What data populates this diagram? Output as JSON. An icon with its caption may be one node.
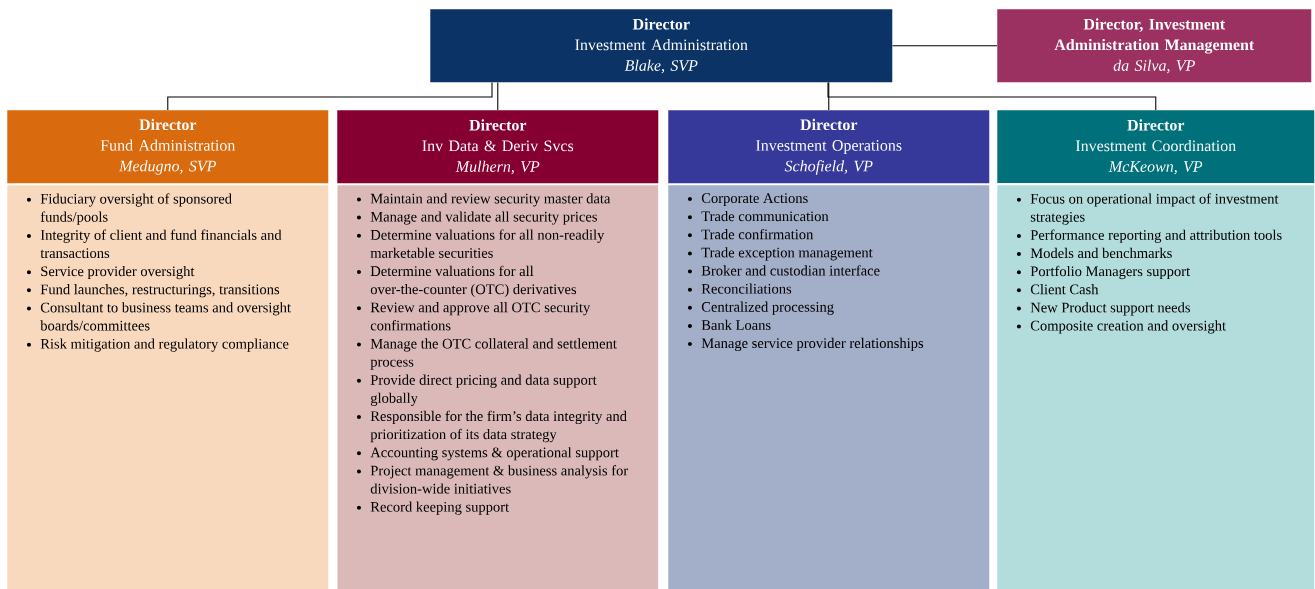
{
  "diagram": {
    "nodes": [
      {
        "text": [
          "Director",
          "Investment Administration",
          "Blake, SVP"
        ]
      },
      {
        "text": [
          "Director, Investment Administration Management",
          "da Silva, VP"
        ]
      },
      {
        "text": [
          "Director",
          "Fund Administration",
          "Medugno, SVP"
        ]
      },
      {
        "text": [
          "Director",
          "Inv Data & Deriv Svcs",
          "Mulhern, VP"
        ]
      },
      {
        "text": [
          "Director",
          "Investment Operations",
          "Schofield, VP"
        ]
      },
      {
        "text": [
          "Director",
          "Investment Coordination",
          "McKeown, VP"
        ]
      },
      {
        "text": [
          "Fiduciary oversight of sponsored funds/pools",
          "Integrity of client and fund financials and transactions",
          "Service provider oversight",
          "Fund launches, restructurings, transitions",
          "Consultant to business teams and oversight boards/committees",
          "Risk mitigation and regulatory compliance"
        ]
      },
      {
        "text": [
          "Maintain and review security master data",
          "Manage and validate all security prices",
          "Determine valuations for all non-readily marketable securities",
          "Determine valuations for all over-the-counter (OTC) derivatives",
          "Review and approve all OTC security confirmations",
          "Manage the OTC collateral and settlement process",
          "Provide direct pricing and data support globally",
          "Responsible for the firm’s data integrity and prioritization of its data strategy",
          "Accounting systems & operational support",
          "Project management & business analysis for division-wide initiatives",
          "Record keeping support"
        ]
      },
      {
        "text": [
          "Corporate Actions",
          "Trade communication",
          "Trade confirmation",
          "Trade exception management",
          "Broker and custodian interface",
          "Reconciliations",
          "Centralized processing",
          "Bank Loans",
          "Manage service provider relationships"
        ]
      },
      {
        "text": [
          "Focus on operational impact of investment strategies",
          "Performance reporting and attribution tools",
          "Models and benchmarks",
          "Portfolio Managers support",
          "Client Cash",
          "New Product support needs",
          "Composite creation and oversight"
        ]
      }
    ],
    "edges": [
      {
        "from": 0,
        "to": 1,
        "arrow": "none"
      },
      {
        "from": 0,
        "to": 2,
        "arrow": "none"
      },
      {
        "from": 0,
        "to": 3,
        "arrow": "none"
      },
      {
        "from": 0,
        "to": 4,
        "arrow": "none"
      },
      {
        "from": 0,
        "to": 5,
        "arrow": "none"
      }
    ]
  }
}
